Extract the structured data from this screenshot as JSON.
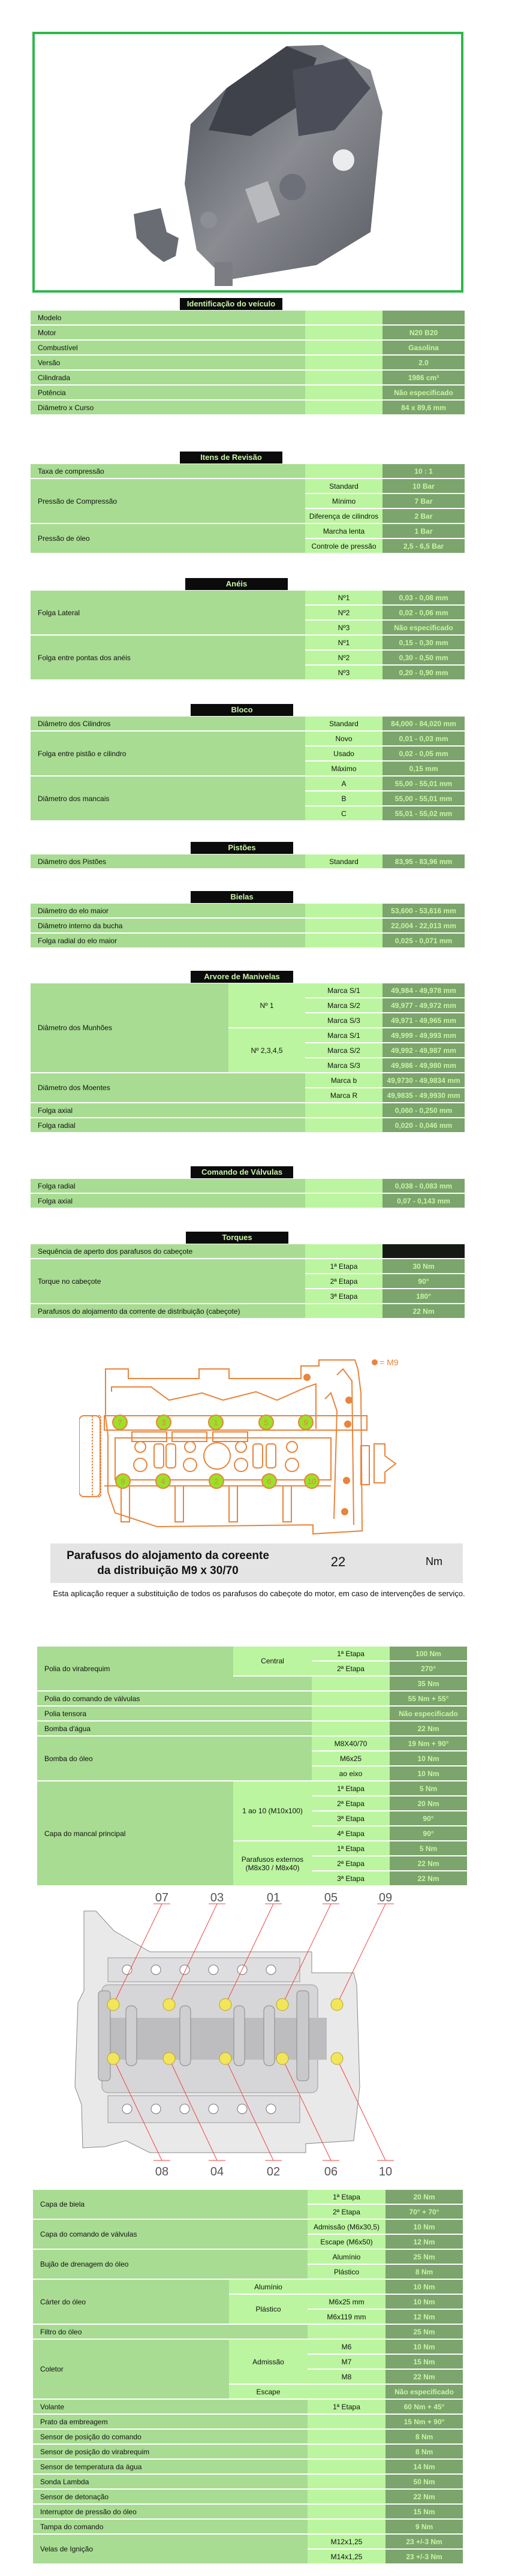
{
  "engine_image": {
    "alt": "engine-photo"
  },
  "sections": [
    {
      "title": "Identificação do veículo"
    },
    {
      "title": "Itens de Revisão"
    },
    {
      "title": "Anéis"
    },
    {
      "title": "Bloco"
    },
    {
      "title": "Pistões"
    },
    {
      "title": "Bielas"
    },
    {
      "title": "Arvore de Manivelas"
    },
    {
      "title": "Comando de Válvulas"
    },
    {
      "title": "Torques"
    }
  ],
  "tables": [
    {
      "groups": [
        {
          "label": "Modelo",
          "rows": [
            {
              "key": "",
              "value": ""
            }
          ]
        },
        {
          "label": "Motor",
          "rows": [
            {
              "key": "",
              "value": "N20 B20"
            }
          ]
        },
        {
          "label": "Combustível",
          "rows": [
            {
              "key": "",
              "value": "Gasolina"
            }
          ]
        },
        {
          "label": "Versão",
          "rows": [
            {
              "key": "",
              "value": "2.0"
            }
          ]
        },
        {
          "label": "Cilindrada",
          "rows": [
            {
              "key": "",
              "value": "1986 cm³"
            }
          ]
        },
        {
          "label": "Potência",
          "rows": [
            {
              "key": "",
              "value": "Não especificado"
            }
          ]
        },
        {
          "label": "Diâmetro x Curso",
          "rows": [
            {
              "key": "",
              "value": "84 x 89,6 mm"
            }
          ]
        }
      ]
    },
    {
      "groups": [
        {
          "label": "Taxa de compressão",
          "rows": [
            {
              "key": "",
              "value": "10 : 1"
            }
          ]
        },
        {
          "label": "Pressão de Compressão",
          "rows": [
            {
              "key": "Standard",
              "value": "10 Bar"
            },
            {
              "key": "Mínimo",
              "value": "7 Bar"
            },
            {
              "key": "Diferença de cilindros",
              "value": "2 Bar"
            }
          ]
        },
        {
          "label": "Pressão de óleo",
          "rows": [
            {
              "key": "Marcha lenta",
              "value": "1 Bar"
            },
            {
              "key": "Controle de pressão",
              "value": "2,5 - 6,5 Bar"
            }
          ]
        }
      ]
    },
    {
      "groups": [
        {
          "label": "Folga Lateral",
          "rows": [
            {
              "key": "Nº1",
              "value": "0,03 - 0,08 mm"
            },
            {
              "key": "Nº2",
              "value": "0,02 - 0,06 mm"
            },
            {
              "key": "Nº3",
              "value": "Não especificado"
            }
          ]
        },
        {
          "label": "Folga entre pontas dos anéis",
          "rows": [
            {
              "key": "Nº1",
              "value": "0,15 - 0,30 mm"
            },
            {
              "key": "Nº2",
              "value": "0,30 - 0,50 mm"
            },
            {
              "key": "Nº3",
              "value": "0,20 - 0,90 mm"
            }
          ]
        }
      ]
    },
    {
      "groups": [
        {
          "label": "Diâmetro dos Cilindros",
          "rows": [
            {
              "key": "Standard",
              "value": "84,000 - 84,020 mm"
            }
          ]
        },
        {
          "label": "Folga entre pistão e cilindro",
          "rows": [
            {
              "key": "Novo",
              "value": "0,01 - 0,03 mm"
            },
            {
              "key": "Usado",
              "value": "0,02 - 0,05 mm"
            },
            {
              "key": "Máximo",
              "value": "0,15 mm"
            }
          ]
        },
        {
          "label": "Diâmetro dos mancais",
          "rows": [
            {
              "key": "A",
              "value": "55,00 - 55,01 mm"
            },
            {
              "key": "B",
              "value": "55,00 - 55,01 mm"
            },
            {
              "key": "C",
              "value": "55,01 - 55,02 mm"
            }
          ]
        }
      ]
    },
    {
      "groups": [
        {
          "label": "Diâmetro dos Pistões",
          "rows": [
            {
              "key": "Standard",
              "value": "83,95 - 83,96 mm"
            }
          ]
        }
      ]
    },
    {
      "groups": [
        {
          "label": "Diâmetro do elo maior",
          "rows": [
            {
              "key": "",
              "value": "53,600 - 53,616 mm"
            }
          ]
        },
        {
          "label": "Diâmetro interno da bucha",
          "rows": [
            {
              "key": "",
              "value": "22,004 - 22,013 mm"
            }
          ]
        },
        {
          "label": "Folga radial do elo maior",
          "rows": [
            {
              "key": "",
              "value": "0,025 - 0,071 mm"
            }
          ]
        }
      ]
    },
    {
      "groups": [
        {
          "label": "Diâmetro dos Munhões",
          "rows": [
            {
              "sub": "Nº 1",
              "key": "Marca S/1",
              "value": "49,984 - 49,978 mm"
            },
            {
              "sub": "Nº 1",
              "key": "Marca S/2",
              "value": "49,977 - 49,972 mm"
            },
            {
              "sub": "Nº 1",
              "key": "Marca S/3",
              "value": "49,971 - 49,965 mm"
            },
            {
              "sub": "Nº 2,3,4,5",
              "key": "Marca S/1",
              "value": "49,999 - 49,993 mm"
            },
            {
              "sub": "Nº 2,3,4,5",
              "key": "Marca S/2",
              "value": "49,992 - 49,987 mm"
            },
            {
              "sub": "Nº 2,3,4,5",
              "key": "Marca S/3",
              "value": "49,986 - 49,980 mm"
            }
          ]
        },
        {
          "label": "Diâmetro dos Moentes",
          "rows": [
            {
              "key": "Marca b",
              "value": "49,9730 - 49,9834 mm"
            },
            {
              "key": "Marca R",
              "value": "49,9835 - 49,9930 mm"
            }
          ]
        },
        {
          "label": "Folga axial",
          "rows": [
            {
              "key": "",
              "value": "0,060 - 0,250 mm"
            }
          ]
        },
        {
          "label": "Folga radial",
          "rows": [
            {
              "key": "",
              "value": "0,020 - 0,046 mm"
            }
          ]
        }
      ]
    },
    {
      "groups": [
        {
          "label": "Folga radial",
          "rows": [
            {
              "key": "",
              "value": "0,038 - 0,083 mm"
            }
          ]
        },
        {
          "label": "Folga axial",
          "rows": [
            {
              "key": "",
              "value": "0,07 - 0,143 mm"
            }
          ]
        }
      ]
    },
    {
      "groups": [
        {
          "label": "Sequência de aperto dos parafusos do cabeçote",
          "rows": [
            {
              "key": "",
              "value": "",
              "highlight": true
            }
          ]
        },
        {
          "label": "Torque no cabeçote",
          "rows": [
            {
              "key": "1ª Etapa",
              "value": "30 Nm"
            },
            {
              "key": "2ª Etapa",
              "value": "90°"
            },
            {
              "key": "3ª Etapa",
              "value": "180°"
            }
          ]
        },
        {
          "label": "Parafusos do alojamento da corrente de distribuição (cabeçote)",
          "rows": [
            {
              "key": "",
              "value": "22 Nm"
            }
          ]
        }
      ]
    },
    {
      "groups": [
        {
          "label": "Polia do virabrequim",
          "rows": [
            {
              "sub": "Central",
              "key": "1ª Etapa",
              "value": "100 Nm"
            },
            {
              "sub": "Central",
              "key": "2ª Etapa",
              "value": "270°"
            },
            {
              "sub": null,
              "key": "",
              "value": "35 Nm"
            }
          ]
        },
        {
          "label": "Polia do comando de válvulas",
          "rows": [
            {
              "key": "",
              "value": "55 Nm + 55°"
            }
          ]
        },
        {
          "label": "Polia tensora",
          "rows": [
            {
              "key": "",
              "value": "Não especificado"
            }
          ]
        },
        {
          "label": "Bomba d'água",
          "rows": [
            {
              "key": "",
              "value": "22 Nm"
            }
          ]
        },
        {
          "label": "Bomba do óleo",
          "rows": [
            {
              "key": "M8X40/70",
              "value": "19 Nm + 90°"
            },
            {
              "key": "M6x25",
              "value": "10 Nm"
            },
            {
              "key": "ao eixo",
              "value": "10 Nm"
            }
          ]
        },
        {
          "label": "Capa do mancal principal",
          "rows": [
            {
              "sub": "1 ao 10 (M10x100)",
              "key": "1ª Etapa",
              "value": "5 Nm"
            },
            {
              "sub": "1 ao 10 (M10x100)",
              "key": "2ª Etapa",
              "value": "20 Nm"
            },
            {
              "sub": "1 ao 10 (M10x100)",
              "key": "3ª Etapa",
              "value": "90°"
            },
            {
              "sub": "1 ao 10 (M10x100)",
              "key": "4ª Etapa",
              "value": "90°"
            },
            {
              "sub": "Parafusos externos (M8x30 / M8x40)",
              "key": "1ª Etapa",
              "value": "5 Nm"
            },
            {
              "sub": "Parafusos externos (M8x30 / M8x40)",
              "key": "2ª Etapa",
              "value": "22 Nm"
            },
            {
              "sub": "Parafusos externos (M8x30 / M8x40)",
              "key": "3ª Etapa",
              "value": "22 Nm"
            }
          ]
        }
      ]
    },
    {
      "groups": [
        {
          "label": "Capa de biela",
          "rows": [
            {
              "key": "1ª Etapa",
              "value": "20 Nm"
            },
            {
              "key": "2ª Etapa",
              "value": "70° + 70°"
            }
          ]
        },
        {
          "label": "Capa do comando de válvulas",
          "rows": [
            {
              "key": "Admissão (M6x30,5)",
              "value": "10 Nm"
            },
            {
              "key": "Escape (M6x50)",
              "value": "12 Nm"
            }
          ]
        },
        {
          "label": "Bujão de drenagem do óleo",
          "rows": [
            {
              "key": "Alumínio",
              "value": "25 Nm"
            },
            {
              "key": "Plástico",
              "value": "8 Nm"
            }
          ]
        },
        {
          "label": "Cárter do óleo",
          "rows": [
            {
              "sub": "Alumínio",
              "key": "",
              "value": "10 Nm"
            },
            {
              "sub": "Plástico",
              "key": "M6x25 mm",
              "value": "10 Nm"
            },
            {
              "sub": "Plástico",
              "key": "M6x119 mm",
              "value": "12 Nm"
            }
          ]
        },
        {
          "label": "Filtro do óleo",
          "rows": [
            {
              "key": "",
              "value": "25 Nm"
            }
          ]
        },
        {
          "label": "Coletor",
          "rows": [
            {
              "sub": "Admissão",
              "key": "M6",
              "value": "10 Nm"
            },
            {
              "sub": "Admissão",
              "key": "M7",
              "value": "15 Nm"
            },
            {
              "sub": "Admissão",
              "key": "M8",
              "value": "22 Nm"
            },
            {
              "sub": "Escape",
              "key": "",
              "value": "Não especificado"
            }
          ]
        },
        {
          "label": "Volante",
          "rows": [
            {
              "key": "1ª Etapa",
              "value": "60 Nm + 45°"
            }
          ]
        },
        {
          "label": "Prato da embreagem",
          "rows": [
            {
              "key": "",
              "value": "15 Nm + 90°"
            }
          ]
        },
        {
          "label": "Sensor de posição do comando",
          "rows": [
            {
              "key": "",
              "value": "8 Nm"
            }
          ]
        },
        {
          "label": "Sensor de posição do virabrequim",
          "rows": [
            {
              "key": "",
              "value": "8 Nm"
            }
          ]
        },
        {
          "label": "Sensor de temperatura da água",
          "rows": [
            {
              "key": "",
              "value": "14 Nm"
            }
          ]
        },
        {
          "label": "Sonda Lambda",
          "rows": [
            {
              "key": "",
              "value": "50 Nm"
            }
          ]
        },
        {
          "label": "Sensor de detonação",
          "rows": [
            {
              "key": "",
              "value": "22 Nm"
            }
          ]
        },
        {
          "label": "Interruptor de pressão do óleo",
          "rows": [
            {
              "key": "",
              "value": "15 Nm"
            }
          ]
        },
        {
          "label": "Tampa do comando",
          "rows": [
            {
              "key": "",
              "value": "9 Nm"
            }
          ]
        },
        {
          "label": "Velas de Ignição",
          "rows": [
            {
              "key": "M12x1,25",
              "value": "23 +/-3 Nm"
            },
            {
              "key": "M14x1,25",
              "value": "23 +/-3 Nm"
            }
          ]
        }
      ]
    }
  ],
  "head_diagram": {
    "legend": "= M9",
    "top_bolts": [
      "7",
      "3",
      "1",
      "5",
      "9"
    ],
    "bottom_bolts": [
      "8",
      "4",
      "2",
      "6",
      "10"
    ]
  },
  "summary": {
    "label_line1": "Parafusos do alojamento da coreente",
    "label_line2": "da distribuição M9 x 30/70",
    "value": "22",
    "unit": "Nm"
  },
  "note": "Esta aplicação requer a substituição de todos os parafusos do cabeçote do motor, em caso de intervenções de serviço.",
  "block_diagram": {
    "top_labels": [
      "07",
      "03",
      "01",
      "05",
      "09"
    ],
    "bottom_labels": [
      "08",
      "04",
      "02",
      "06",
      "10"
    ]
  },
  "colors": {
    "label": "#a8dc92",
    "key": "#bbf59f",
    "value": "#7ba56c",
    "value_text": "#c9f5a7",
    "title_bg": "#0b0b0b",
    "frame": "#2db84a",
    "gasket": "#e8843c",
    "bolt_green": "#9be02a"
  }
}
